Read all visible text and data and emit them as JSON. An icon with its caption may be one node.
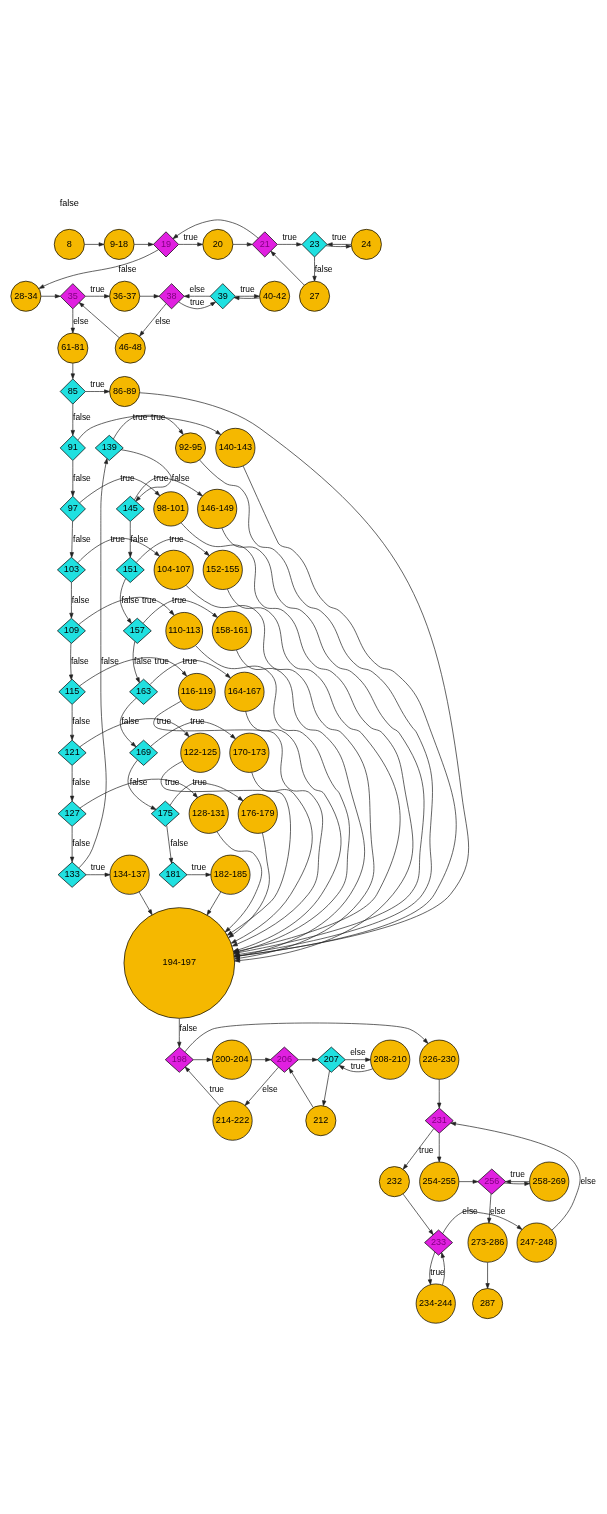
{
  "diagram": {
    "nodes": [
      {
        "text": [
          "8"
        ]
      },
      {
        "text": [
          "9-18"
        ]
      },
      {
        "text": [
          "19"
        ]
      },
      {
        "text": [
          "20"
        ]
      },
      {
        "text": [
          "21"
        ]
      },
      {
        "text": [
          "23"
        ]
      },
      {
        "text": [
          "24"
        ]
      },
      {
        "text": [
          "27"
        ]
      },
      {
        "text": [
          "28-34"
        ]
      },
      {
        "text": [
          "35"
        ]
      },
      {
        "text": [
          "36-37"
        ]
      },
      {
        "text": [
          "38"
        ]
      },
      {
        "text": [
          "39"
        ]
      },
      {
        "text": [
          "40-42"
        ]
      },
      {
        "text": [
          "61-81"
        ]
      },
      {
        "text": [
          "46-48"
        ]
      },
      {
        "text": [
          "85"
        ]
      },
      {
        "text": [
          "86-89"
        ]
      },
      {
        "text": [
          "91"
        ]
      },
      {
        "text": [
          "92-95"
        ]
      },
      {
        "text": [
          "97"
        ]
      },
      {
        "text": [
          "98-101"
        ]
      },
      {
        "text": [
          "103"
        ]
      },
      {
        "text": [
          "104-107"
        ]
      },
      {
        "text": [
          "109"
        ]
      },
      {
        "text": [
          "110-113"
        ]
      },
      {
        "text": [
          "115"
        ]
      },
      {
        "text": [
          "116-119"
        ]
      },
      {
        "text": [
          "121"
        ]
      },
      {
        "text": [
          "122-125"
        ]
      },
      {
        "text": [
          "127"
        ]
      },
      {
        "text": [
          "128-131"
        ]
      },
      {
        "text": [
          "133"
        ]
      },
      {
        "text": [
          "134-137"
        ]
      },
      {
        "text": [
          "139"
        ]
      },
      {
        "text": [
          "140-143"
        ]
      },
      {
        "text": [
          "145"
        ]
      },
      {
        "text": [
          "146-149"
        ]
      },
      {
        "text": [
          "151"
        ]
      },
      {
        "text": [
          "152-155"
        ]
      },
      {
        "text": [
          "157"
        ]
      },
      {
        "text": [
          "158-161"
        ]
      },
      {
        "text": [
          "163"
        ]
      },
      {
        "text": [
          "164-167"
        ]
      },
      {
        "text": [
          "169"
        ]
      },
      {
        "text": [
          "170-173"
        ]
      },
      {
        "text": [
          "175"
        ]
      },
      {
        "text": [
          "176-179"
        ]
      },
      {
        "text": [
          "181"
        ]
      },
      {
        "text": [
          "182-185"
        ]
      },
      {
        "text": [
          "194-197"
        ]
      },
      {
        "text": [
          "226-230"
        ]
      },
      {
        "text": [
          "198"
        ]
      },
      {
        "text": [
          "200-204"
        ]
      },
      {
        "text": [
          "206"
        ]
      },
      {
        "text": [
          "207"
        ]
      },
      {
        "text": [
          "208-210"
        ]
      },
      {
        "text": [
          "212"
        ]
      },
      {
        "text": [
          "214-222"
        ]
      },
      {
        "text": [
          "231"
        ]
      },
      {
        "text": [
          "232"
        ]
      },
      {
        "text": [
          "254-255"
        ]
      },
      {
        "text": [
          "256"
        ]
      },
      {
        "text": [
          "258-269"
        ]
      },
      {
        "text": [
          "247-248"
        ]
      },
      {
        "text": [
          "233"
        ]
      },
      {
        "text": [
          "273-286"
        ]
      },
      {
        "text": [
          "234-244"
        ]
      },
      {
        "text": [
          "287"
        ]
      }
    ],
    "edges": [
      {
        "from": 0,
        "to": 1,
        "arrow": "to"
      },
      {
        "from": 1,
        "to": 2,
        "arrow": "to"
      },
      {
        "from": 2,
        "to": 3,
        "arrow": "to",
        "label": "true"
      },
      {
        "from": 3,
        "to": 4,
        "arrow": "to"
      },
      {
        "from": 4,
        "to": 2,
        "arrow": "to"
      },
      {
        "from": 4,
        "to": 5,
        "arrow": "to",
        "label": "true"
      },
      {
        "from": 5,
        "to": 6,
        "arrow": "to"
      },
      {
        "from": 6,
        "to": 5,
        "arrow": "to",
        "label": "true"
      },
      {
        "from": 5,
        "to": 7,
        "arrow": "to",
        "label": "false"
      },
      {
        "from": 7,
        "to": 4,
        "arrow": "to"
      },
      {
        "from": 2,
        "to": 8,
        "arrow": "to",
        "label": "false"
      },
      {
        "from": 8,
        "to": 9,
        "arrow": "to"
      },
      {
        "from": 9,
        "to": 10,
        "arrow": "to",
        "label": "true"
      },
      {
        "from": 9,
        "to": 14,
        "arrow": "to",
        "label": "else"
      },
      {
        "from": 10,
        "to": 11,
        "arrow": "to"
      },
      {
        "from": 11,
        "to": 12,
        "arrow": "to",
        "label": "true"
      },
      {
        "from": 11,
        "to": 15,
        "arrow": "to",
        "label": "else"
      },
      {
        "from": 12,
        "to": 13,
        "arrow": "to",
        "label": "true"
      },
      {
        "from": 12,
        "to": 11,
        "arrow": "to",
        "label": "else"
      },
      {
        "from": 13,
        "to": 12,
        "arrow": "to"
      },
      {
        "from": 15,
        "to": 9,
        "arrow": "to"
      },
      {
        "from": 14,
        "to": 16,
        "arrow": "to"
      },
      {
        "from": 16,
        "to": 17,
        "arrow": "to",
        "label": "true"
      },
      {
        "from": 16,
        "to": 18,
        "arrow": "to",
        "label": "false"
      },
      {
        "from": 18,
        "to": 19,
        "arrow": "to",
        "label": "true"
      },
      {
        "from": 18,
        "to": 20,
        "arrow": "to",
        "label": "false"
      },
      {
        "from": 20,
        "to": 21,
        "arrow": "to",
        "label": "true"
      },
      {
        "from": 20,
        "to": 22,
        "arrow": "to",
        "label": "false"
      },
      {
        "from": 22,
        "to": 23,
        "arrow": "to",
        "label": "true"
      },
      {
        "from": 22,
        "to": 24,
        "arrow": "to",
        "label": "false"
      },
      {
        "from": 24,
        "to": 25,
        "arrow": "to",
        "label": "true"
      },
      {
        "from": 24,
        "to": 26,
        "arrow": "to",
        "label": "false"
      },
      {
        "from": 26,
        "to": 27,
        "arrow": "to",
        "label": "true"
      },
      {
        "from": 26,
        "to": 28,
        "arrow": "to",
        "label": "false"
      },
      {
        "from": 28,
        "to": 29,
        "arrow": "to",
        "label": "true"
      },
      {
        "from": 28,
        "to": 30,
        "arrow": "to",
        "label": "false"
      },
      {
        "from": 30,
        "to": 31,
        "arrow": "to",
        "label": "true"
      },
      {
        "from": 30,
        "to": 32,
        "arrow": "to",
        "label": "false"
      },
      {
        "from": 32,
        "to": 33,
        "arrow": "to",
        "label": "true"
      },
      {
        "from": 32,
        "to": 34,
        "arrow": "to",
        "label": "false"
      },
      {
        "from": 34,
        "to": 35,
        "arrow": "to",
        "label": "true"
      },
      {
        "from": 34,
        "to": 36,
        "arrow": "to",
        "label": "false"
      },
      {
        "from": 36,
        "to": 37,
        "arrow": "to",
        "label": "true"
      },
      {
        "from": 36,
        "to": 38,
        "arrow": "to",
        "label": "false"
      },
      {
        "from": 38,
        "to": 39,
        "arrow": "to",
        "label": "true"
      },
      {
        "from": 38,
        "to": 40,
        "arrow": "to",
        "label": "false"
      },
      {
        "from": 40,
        "to": 41,
        "arrow": "to",
        "label": "true"
      },
      {
        "from": 40,
        "to": 42,
        "arrow": "to",
        "label": "false"
      },
      {
        "from": 42,
        "to": 43,
        "arrow": "to",
        "label": "true"
      },
      {
        "from": 42,
        "to": 44,
        "arrow": "to",
        "label": "false"
      },
      {
        "from": 44,
        "to": 45,
        "arrow": "to",
        "label": "true"
      },
      {
        "from": 44,
        "to": 46,
        "arrow": "to",
        "label": "false"
      },
      {
        "from": 46,
        "to": 47,
        "arrow": "to",
        "label": "true"
      },
      {
        "from": 46,
        "to": 48,
        "arrow": "to",
        "label": "false"
      },
      {
        "from": 48,
        "to": 49,
        "arrow": "to",
        "label": "true"
      },
      {
        "from": 17,
        "to": 50,
        "arrow": "to"
      },
      {
        "from": 19,
        "to": 50,
        "arrow": "to"
      },
      {
        "from": 21,
        "to": 50,
        "arrow": "to"
      },
      {
        "from": 23,
        "to": 50,
        "arrow": "to"
      },
      {
        "from": 25,
        "to": 50,
        "arrow": "to"
      },
      {
        "from": 27,
        "to": 50,
        "arrow": "to"
      },
      {
        "from": 29,
        "to": 50,
        "arrow": "to"
      },
      {
        "from": 31,
        "to": 50,
        "arrow": "to"
      },
      {
        "from": 33,
        "to": 50,
        "arrow": "to"
      },
      {
        "from": 35,
        "to": 50,
        "arrow": "to"
      },
      {
        "from": 37,
        "to": 50,
        "arrow": "to"
      },
      {
        "from": 39,
        "to": 50,
        "arrow": "to"
      },
      {
        "from": 41,
        "to": 50,
        "arrow": "to"
      },
      {
        "from": 43,
        "to": 50,
        "arrow": "to"
      },
      {
        "from": 45,
        "to": 50,
        "arrow": "to"
      },
      {
        "from": 47,
        "to": 50,
        "arrow": "to"
      },
      {
        "from": 49,
        "to": 50,
        "arrow": "to"
      },
      {
        "from": 50,
        "to": 52,
        "arrow": "to",
        "label": "false"
      },
      {
        "from": 52,
        "to": 51,
        "arrow": "to"
      },
      {
        "from": 52,
        "to": 53,
        "arrow": "to"
      },
      {
        "from": 53,
        "to": 54,
        "arrow": "to"
      },
      {
        "from": 54,
        "to": 55,
        "arrow": "to"
      },
      {
        "from": 55,
        "to": 56,
        "arrow": "to",
        "label": "else"
      },
      {
        "from": 56,
        "to": 55,
        "arrow": "to",
        "label": "true"
      },
      {
        "from": 55,
        "to": 57,
        "arrow": "to"
      },
      {
        "from": 57,
        "to": 54,
        "arrow": "to"
      },
      {
        "from": 54,
        "to": 58,
        "arrow": "to",
        "label": "else"
      },
      {
        "from": 58,
        "to": 52,
        "arrow": "to",
        "label": "true"
      },
      {
        "from": 51,
        "to": 59,
        "arrow": "to"
      },
      {
        "from": 59,
        "to": 60,
        "arrow": "to",
        "label": "true"
      },
      {
        "from": 59,
        "to": 61,
        "arrow": "to"
      },
      {
        "from": 64,
        "to": 59,
        "arrow": "to",
        "label": "else"
      },
      {
        "from": 60,
        "to": 65,
        "arrow": "to"
      },
      {
        "from": 65,
        "to": 64,
        "arrow": "to",
        "label": "else"
      },
      {
        "from": 65,
        "to": 67,
        "arrow": "to",
        "label": "true"
      },
      {
        "from": 67,
        "to": 65,
        "arrow": "to"
      },
      {
        "from": 61,
        "to": 62,
        "arrow": "to"
      },
      {
        "from": 62,
        "to": 63,
        "arrow": "to"
      },
      {
        "from": 63,
        "to": 62,
        "arrow": "to",
        "label": "true"
      },
      {
        "from": 62,
        "to": 66,
        "arrow": "to",
        "label": "else"
      },
      {
        "from": 66,
        "to": 68,
        "arrow": "to"
      }
    ],
    "labels": [
      "false"
    ]
  }
}
